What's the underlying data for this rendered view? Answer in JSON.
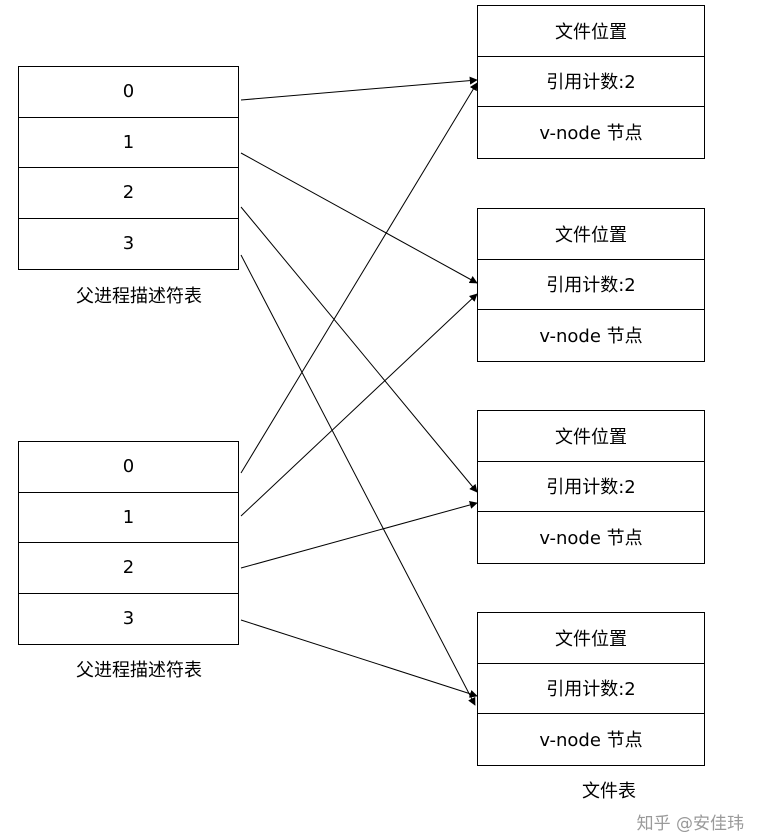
{
  "parent_table": {
    "caption": "父进程描述符表",
    "entries": [
      "0",
      "1",
      "2",
      "3"
    ]
  },
  "child_table": {
    "caption": "父进程描述符表",
    "entries": [
      "0",
      "1",
      "2",
      "3"
    ]
  },
  "file_tables": [
    {
      "position": "文件位置",
      "refcount": "引用计数:2",
      "vnode": "v-node 节点"
    },
    {
      "position": "文件位置",
      "refcount": "引用计数:2",
      "vnode": "v-node 节点"
    },
    {
      "position": "文件位置",
      "refcount": "引用计数:2",
      "vnode": "v-node 节点"
    },
    {
      "position": "文件位置",
      "refcount": "引用计数:2",
      "vnode": "v-node 节点"
    }
  ],
  "file_table_caption": "文件表",
  "watermark": "知乎 @安佳玮",
  "connections": [
    {
      "from": "parent-0",
      "to": "file-table-1"
    },
    {
      "from": "parent-1",
      "to": "file-table-2"
    },
    {
      "from": "parent-2",
      "to": "file-table-3"
    },
    {
      "from": "parent-3",
      "to": "file-table-4"
    },
    {
      "from": "child-0",
      "to": "file-table-1"
    },
    {
      "from": "child-1",
      "to": "file-table-2"
    },
    {
      "from": "child-2",
      "to": "file-table-3"
    },
    {
      "from": "child-3",
      "to": "file-table-4"
    }
  ]
}
